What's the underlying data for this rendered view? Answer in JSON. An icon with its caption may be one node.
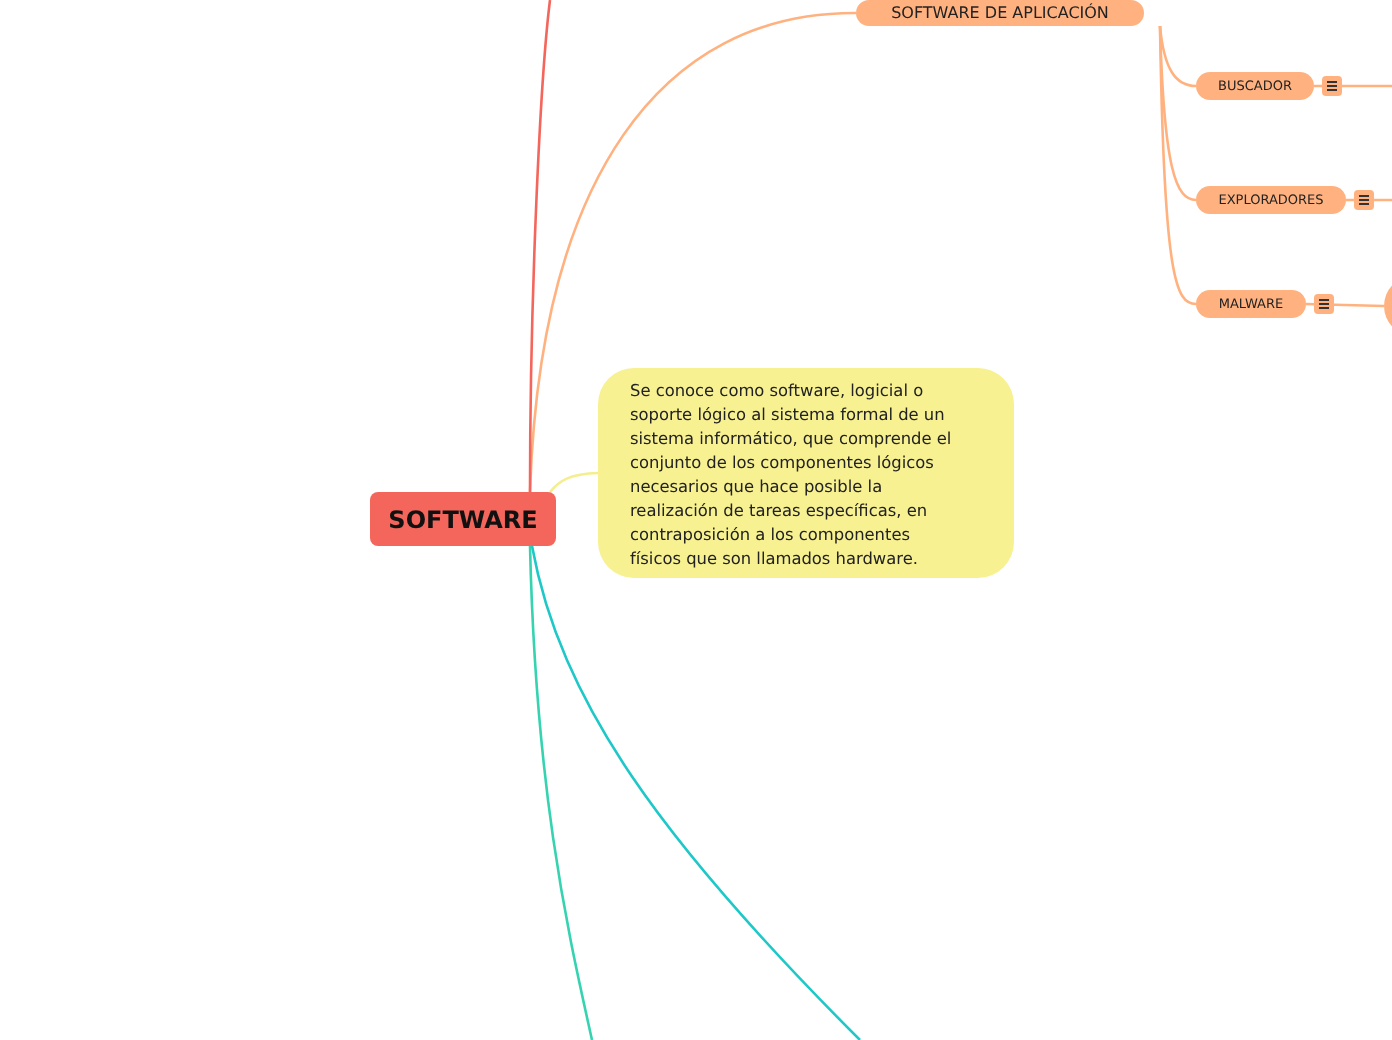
{
  "diagram": {
    "nodes": [
      {
        "text": [
          "SOFTWARE"
        ]
      },
      {
        "text": [
          "SOFTWARE DE APLICACIÓN"
        ]
      },
      {
        "text": [
          "BUSCADOR"
        ]
      },
      {
        "text": [
          "EXPLORADORES"
        ]
      },
      {
        "text": [
          "MALWARE"
        ]
      },
      {
        "text": [
          "Se conoce como software,  logicial o soporte lógico al sistema formal de un sistema informático, que comprende el conjunto de los componentes lógicos necesarios que hace posible la realización de tareas específicas, en contraposición a los componentes físicos que son llamados hardware."
        ]
      },
      {
        "text": [],
        "shape": "circle"
      }
    ],
    "edges": [
      {
        "from": 0,
        "to": 1,
        "arrow": "none",
        "color": "#ffb27f"
      },
      {
        "from": 0,
        "to": 5,
        "arrow": "none",
        "color": "#f5ee8e"
      },
      {
        "from": 0,
        "to": null,
        "arrow": "none",
        "color": "#f4665b"
      },
      {
        "from": 0,
        "to": null,
        "arrow": "none",
        "color": "#35d3b0"
      },
      {
        "from": 0,
        "to": null,
        "arrow": "none",
        "color": "#1fc8c8"
      },
      {
        "from": 1,
        "to": 2,
        "arrow": "none",
        "color": "#ffb27f"
      },
      {
        "from": 1,
        "to": 3,
        "arrow": "none",
        "color": "#ffb27f"
      },
      {
        "from": 1,
        "to": 4,
        "arrow": "none",
        "color": "#ffb27f"
      },
      {
        "from": 2,
        "to": null,
        "arrow": "none",
        "color": "#ffb27f"
      },
      {
        "from": 3,
        "to": null,
        "arrow": "none",
        "color": "#ffb27f"
      },
      {
        "from": 4,
        "to": 6,
        "arrow": "none",
        "color": "#ffb27f"
      }
    ]
  }
}
